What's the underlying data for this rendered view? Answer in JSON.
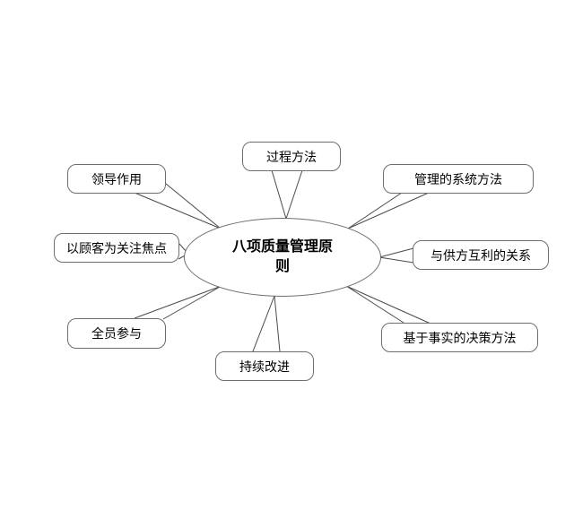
{
  "diagram": {
    "type": "radial",
    "center": {
      "label": "八项质量管理原则"
    },
    "nodes": [
      {
        "id": "leadership",
        "label": "领导作用"
      },
      {
        "id": "process-approach",
        "label": "过程方法"
      },
      {
        "id": "system-approach",
        "label": "管理的系统方法"
      },
      {
        "id": "customer-focus",
        "label": "以顾客为关注焦点"
      },
      {
        "id": "supplier-relationship",
        "label": "与供方互利的关系"
      },
      {
        "id": "involvement-of-people",
        "label": "全员参与"
      },
      {
        "id": "continual-improvement",
        "label": "持续改进"
      },
      {
        "id": "factual-decision",
        "label": "基于事实的决策方法"
      }
    ],
    "colors": {
      "background": "#ffffff",
      "shape_fill": "#ffffff",
      "border": "#6e6e6e",
      "line": "#4a4a4a",
      "text": "#000000"
    }
  }
}
